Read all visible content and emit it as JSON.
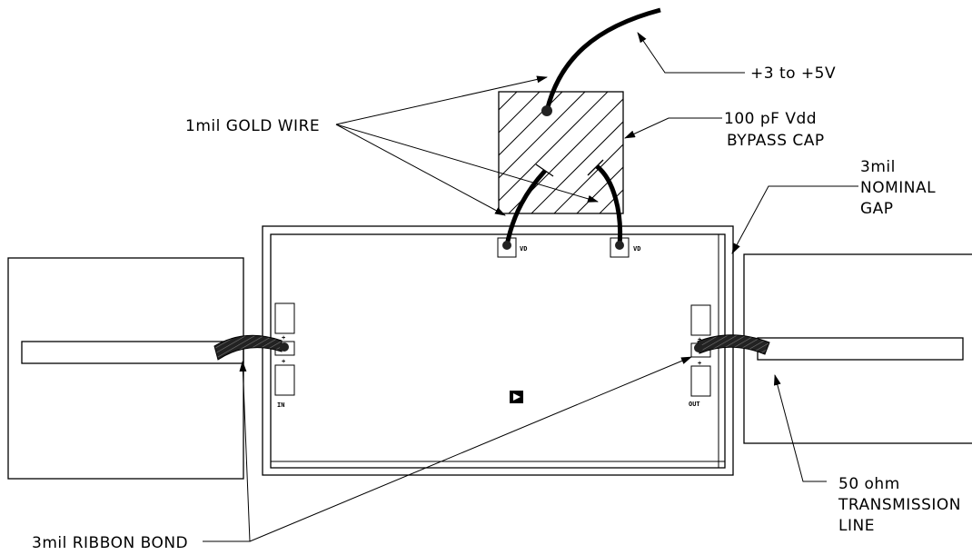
{
  "labels": {
    "gold_wire": "1mil GOLD WIRE",
    "supply": "+3 to +5V",
    "bypass_cap_line1": "100 pF Vdd",
    "bypass_cap_line2": "BYPASS CAP",
    "gap_line1": "3mil",
    "gap_line2": "NOMINAL",
    "gap_line3": "GAP",
    "line_line1": "50 ohm",
    "line_line2": "TRANSMISSION",
    "line_line3": "LINE",
    "ribbon": "3mil RIBBON BOND"
  },
  "chip": {
    "vd_left": "VD",
    "vd_right": "VD",
    "in_pad": "IN",
    "out_pad": "OUT",
    "plus": "+"
  }
}
